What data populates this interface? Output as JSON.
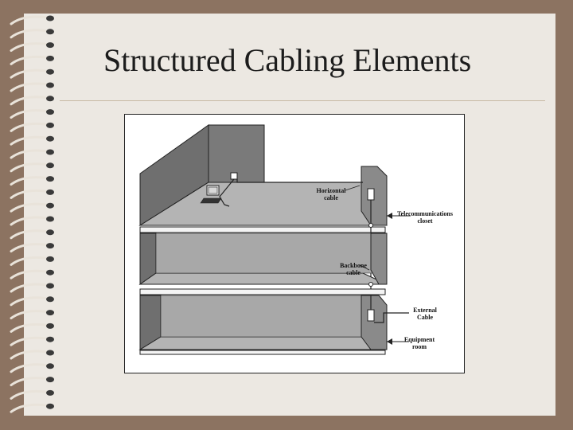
{
  "slide": {
    "title": "Structured Cabling Elements"
  },
  "diagram": {
    "labels": {
      "horizontal_line1": "Horizontal",
      "horizontal_line2": "cable",
      "telecom_line1": "Telecommunications",
      "telecom_line2": "closet",
      "backbone_line1": "Backbone",
      "backbone_line2": "cable",
      "external_line1": "External",
      "external_line2": "Cable",
      "equipment_line1": "Equipment",
      "equipment_line2": "room"
    }
  },
  "icons": {
    "spiral": "spiral-binding-icon",
    "computer": "computer-icon",
    "wall_outlet": "wall-outlet-icon"
  },
  "colors": {
    "background": "#8c7361",
    "paper": "#ece8e2",
    "wall": "#6f6f6f",
    "floor": "#b4b4b4",
    "closet": "#8a8a8a"
  }
}
